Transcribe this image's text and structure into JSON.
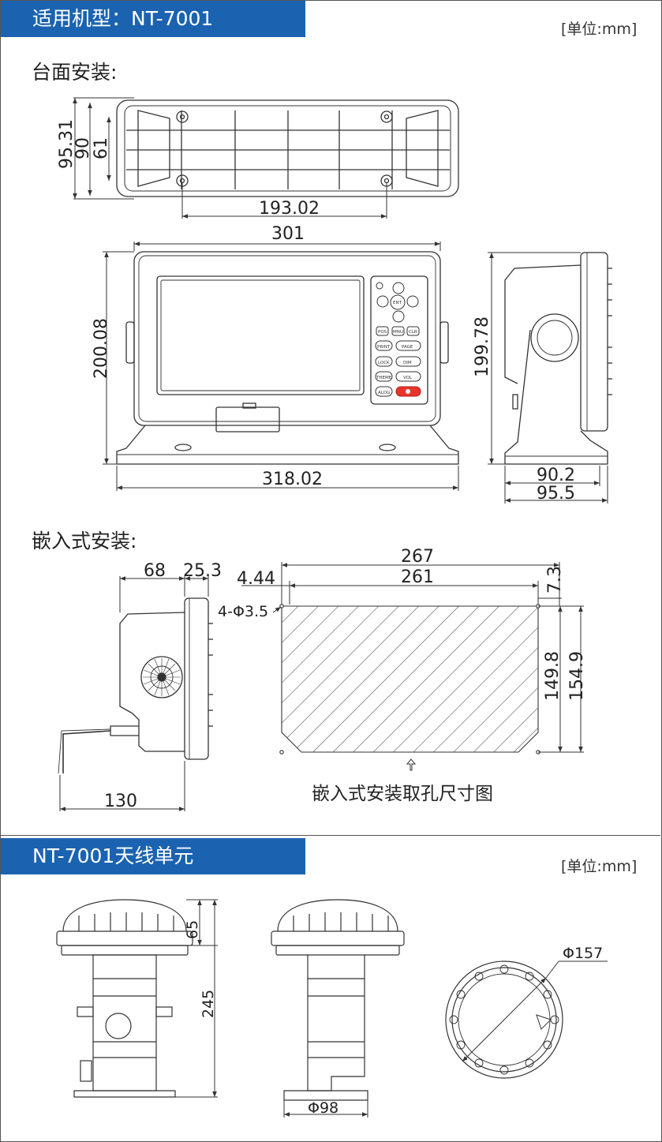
{
  "section1": {
    "title": "适用机型：NT-7001",
    "unit": "[单位:mm]",
    "desktop_label": "台面安装:",
    "embedded_label": "嵌入式安装:",
    "cutout_caption": "嵌入式安装取孔尺寸图",
    "dims": {
      "top_h1": "95.31",
      "top_h2": "90",
      "top_h3": "61",
      "top_w": "193.02",
      "front_w": "301",
      "front_h": "200.08",
      "base_w": "318.02",
      "side_h": "199.78",
      "side_w1": "90.2",
      "side_w2": "95.5",
      "emb_d1": "68",
      "emb_d2": "25.3",
      "emb_cable": "130",
      "cut_w1": "267",
      "cut_w2": "261",
      "cut_off": "4.44",
      "cut_corner": "7.3",
      "cut_holes": "4-Φ3.5",
      "cut_h1": "149.8",
      "cut_h2": "154.9"
    },
    "keypad": {
      "enter": "ENT",
      "keys": [
        "POS",
        "MNU",
        "CLR",
        "PRINT",
        "PAGE",
        "LOCK",
        "DIM",
        "THEME",
        "VOL",
        "ALOG"
      ]
    }
  },
  "section2": {
    "title": "NT-7001天线单元",
    "unit": "[单位:mm]",
    "dims": {
      "ant_top": "65",
      "ant_total": "245",
      "ant_diam": "Φ157",
      "base_diam": "Φ98"
    }
  }
}
